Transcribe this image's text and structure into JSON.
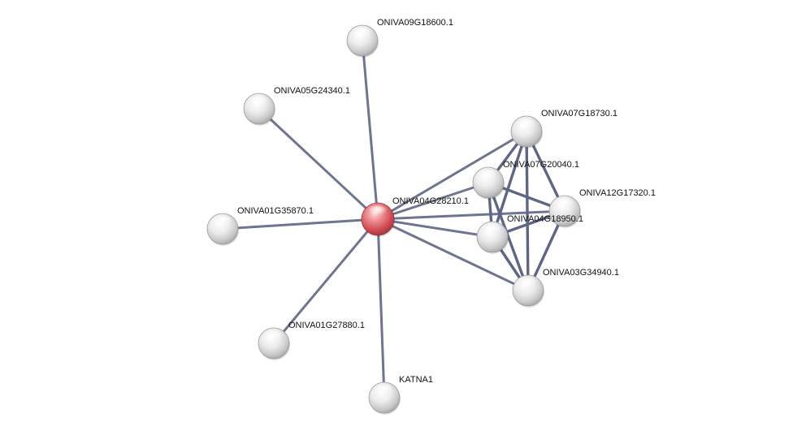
{
  "network": {
    "center": "ONIVA04G28210.1",
    "nodes": [
      {
        "id": "ONIVA04G28210.1",
        "label": "ONIVA04G28210.1",
        "query": true
      },
      {
        "id": "ONIVA09G18600.1",
        "label": "ONIVA09G18600.1",
        "query": false
      },
      {
        "id": "ONIVA05G24340.1",
        "label": "ONIVA05G24340.1",
        "query": false
      },
      {
        "id": "ONIVA01G35870.1",
        "label": "ONIVA01G35870.1",
        "query": false
      },
      {
        "id": "ONIVA01G27880.1",
        "label": "ONIVA01G27880.1",
        "query": false
      },
      {
        "id": "KATNA1",
        "label": "KATNA1",
        "query": false
      },
      {
        "id": "ONIVA07G18730.1",
        "label": "ONIVA07G18730.1",
        "query": false
      },
      {
        "id": "ONIVA07G20040.1",
        "label": "ONIVA07G20040.1",
        "query": false
      },
      {
        "id": "ONIVA12G17320.1",
        "label": "ONIVA12G17320.1",
        "query": false
      },
      {
        "id": "ONIVA04G18950.1",
        "label": "ONIVA04G18950.1",
        "query": false
      },
      {
        "id": "ONIVA03G34940.1",
        "label": "ONIVA03G34940.1",
        "query": false
      }
    ],
    "edges": [
      [
        "ONIVA04G28210.1",
        "ONIVA09G18600.1"
      ],
      [
        "ONIVA04G28210.1",
        "ONIVA05G24340.1"
      ],
      [
        "ONIVA04G28210.1",
        "ONIVA01G35870.1"
      ],
      [
        "ONIVA04G28210.1",
        "ONIVA01G27880.1"
      ],
      [
        "ONIVA04G28210.1",
        "KATNA1"
      ],
      [
        "ONIVA04G28210.1",
        "ONIVA07G18730.1"
      ],
      [
        "ONIVA04G28210.1",
        "ONIVA07G20040.1"
      ],
      [
        "ONIVA04G28210.1",
        "ONIVA12G17320.1"
      ],
      [
        "ONIVA04G28210.1",
        "ONIVA04G18950.1"
      ],
      [
        "ONIVA04G28210.1",
        "ONIVA03G34940.1"
      ],
      [
        "ONIVA07G18730.1",
        "ONIVA07G20040.1"
      ],
      [
        "ONIVA07G18730.1",
        "ONIVA12G17320.1"
      ],
      [
        "ONIVA07G18730.1",
        "ONIVA04G18950.1"
      ],
      [
        "ONIVA07G18730.1",
        "ONIVA03G34940.1"
      ],
      [
        "ONIVA07G20040.1",
        "ONIVA12G17320.1"
      ],
      [
        "ONIVA07G20040.1",
        "ONIVA04G18950.1"
      ],
      [
        "ONIVA07G20040.1",
        "ONIVA03G34940.1"
      ],
      [
        "ONIVA12G17320.1",
        "ONIVA04G18950.1"
      ],
      [
        "ONIVA12G17320.1",
        "ONIVA03G34940.1"
      ],
      [
        "ONIVA04G18950.1",
        "ONIVA03G34940.1"
      ]
    ]
  },
  "colors": {
    "query_node": "#d9535b",
    "other_node": "#e6e6e6",
    "edge": "#6e7590"
  }
}
